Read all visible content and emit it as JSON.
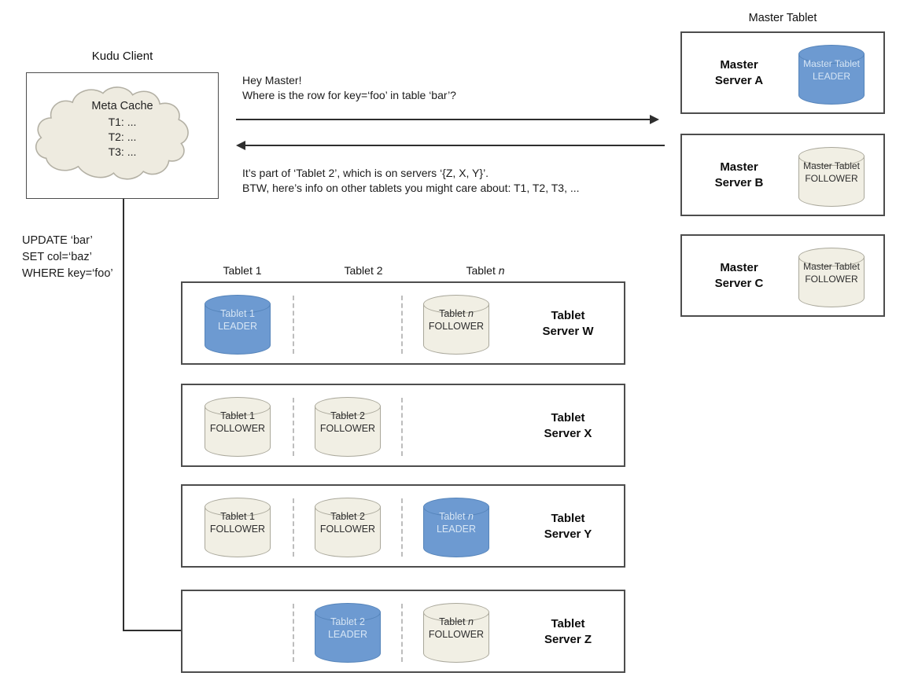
{
  "colors": {
    "leader_fill": "#6D9AD1",
    "leader_border": "#5584BA",
    "leader_text": "#D7E6F5",
    "follower_fill": "#F1EFE4",
    "follower_border": "#A9A79A",
    "follower_text": "#2E2E2E",
    "cloud_fill": "#EEEBE0",
    "cloud_border": "#B3B0A4",
    "line": "#2E2E2E",
    "box_border": "#4D4D4D"
  },
  "client": {
    "title": "Kudu Client",
    "meta_cache": {
      "title": "Meta Cache",
      "entries": [
        "T1: ...",
        "T2: ...",
        "T3: ..."
      ]
    }
  },
  "query": {
    "lines": [
      "UPDATE ‘bar’",
      "SET col=‘baz’",
      "WHERE key=‘foo’"
    ]
  },
  "request": {
    "line1": "Hey Master!",
    "line2": "Where is the row for key=‘foo’ in table ‘bar’?"
  },
  "response": {
    "line1": "It’s part of ‘Tablet 2’, which is on servers ‘{Z, X, Y}’.",
    "line2": "BTW, here’s info on other tablets you might care about: T1, T2, T3, ..."
  },
  "master": {
    "title": "Master Tablet",
    "servers": [
      {
        "name_line1": "Master",
        "name_line2": "Server A",
        "tablet": {
          "name": "Master Tablet",
          "role": "LEADER"
        }
      },
      {
        "name_line1": "Master",
        "name_line2": "Server B",
        "tablet": {
          "name": "Master Tablet",
          "role": "FOLLOWER"
        }
      },
      {
        "name_line1": "Master",
        "name_line2": "Server C",
        "tablet": {
          "name": "Master Tablet",
          "role": "FOLLOWER"
        }
      }
    ]
  },
  "tablet_section": {
    "columns": [
      "Tablet 1",
      "Tablet 2",
      "Tablet <i>n</i>"
    ],
    "servers": [
      {
        "name_line1": "Tablet",
        "name_line2": "Server W",
        "slots": [
          {
            "name": "Tablet 1",
            "role": "LEADER"
          },
          null,
          {
            "name": "Tablet <i>n</i>",
            "role": "FOLLOWER"
          }
        ]
      },
      {
        "name_line1": "Tablet",
        "name_line2": "Server X",
        "slots": [
          {
            "name": "Tablet 1",
            "role": "FOLLOWER"
          },
          {
            "name": "Tablet 2",
            "role": "FOLLOWER"
          },
          null
        ]
      },
      {
        "name_line1": "Tablet",
        "name_line2": "Server Y",
        "slots": [
          {
            "name": "Tablet 1",
            "role": "FOLLOWER"
          },
          {
            "name": "Tablet 2",
            "role": "FOLLOWER"
          },
          {
            "name": "Tablet <i>n</i>",
            "role": "LEADER"
          }
        ]
      },
      {
        "name_line1": "Tablet",
        "name_line2": "Server Z",
        "slots": [
          null,
          {
            "name": "Tablet 2",
            "role": "LEADER"
          },
          {
            "name": "Tablet <i>n</i>",
            "role": "FOLLOWER"
          }
        ]
      }
    ]
  }
}
